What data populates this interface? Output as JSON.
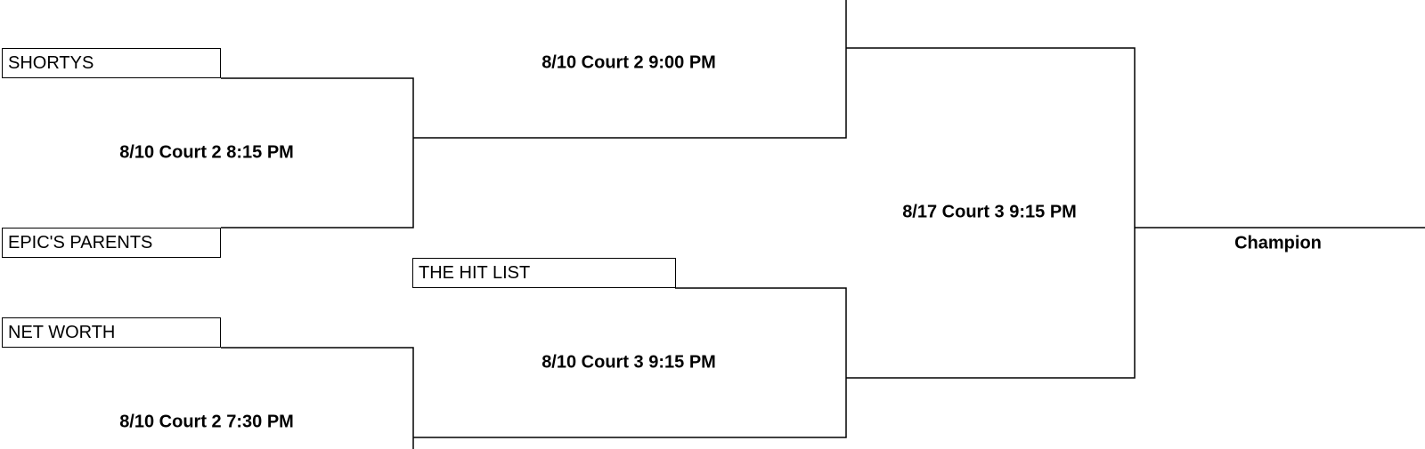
{
  "teams": {
    "shortys": "SHORTYS",
    "epics_parents": "EPIC'S PARENTS",
    "net_worth": "NET WORTH",
    "the_hit_list": "THE HIT LIST"
  },
  "matches": {
    "round1_top": "8/10 Court 2 8:15 PM",
    "round1_bottom": "8/10 Court 2 7:30 PM",
    "round2_top": "8/10 Court 2 9:00 PM",
    "round2_bottom": "8/10 Court 3 9:15 PM",
    "final": "8/17 Court 3 9:15 PM"
  },
  "champion_label": "Champion",
  "colors": {
    "line": "#000000",
    "background": "#ffffff"
  }
}
